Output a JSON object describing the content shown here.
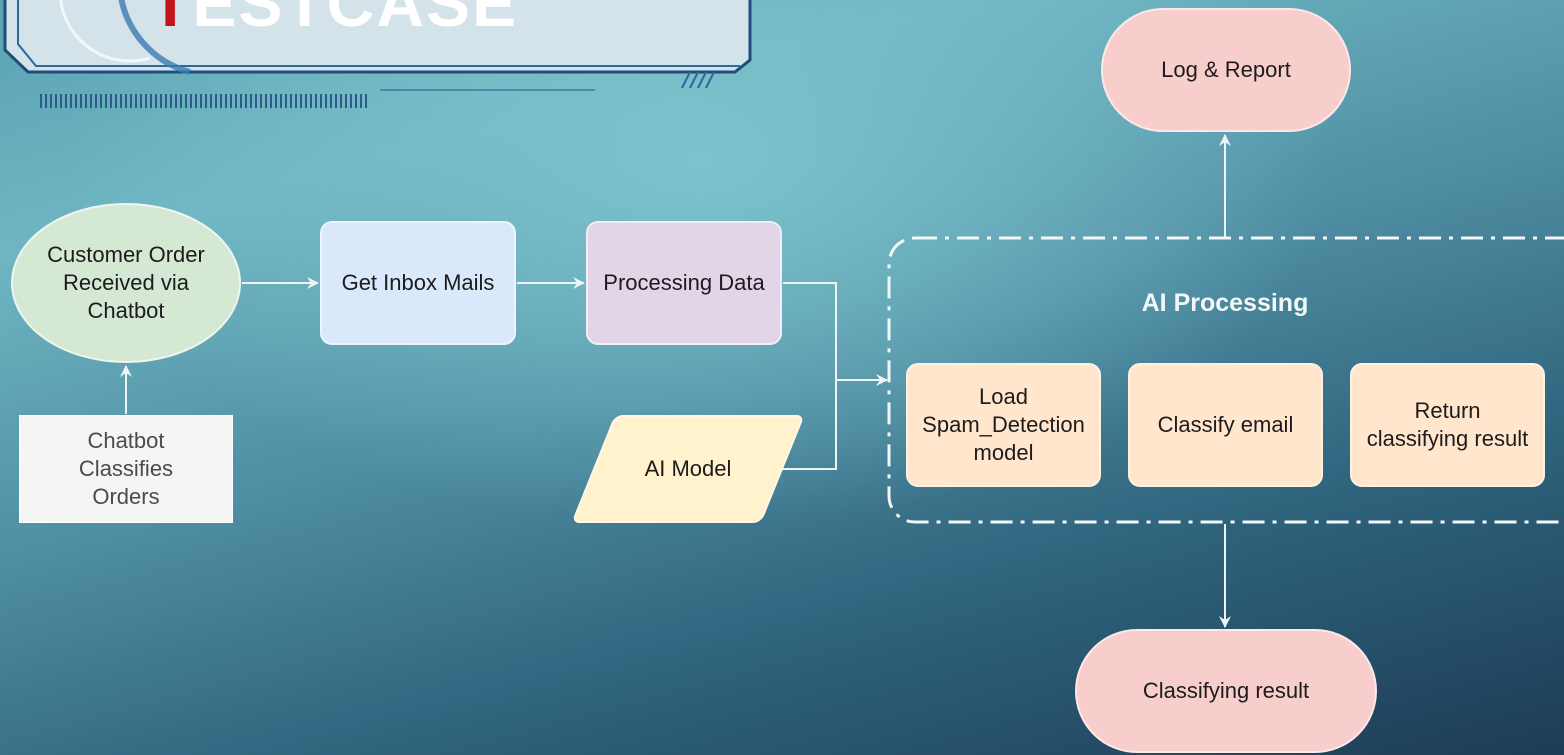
{
  "banner": {
    "first_letter": "T",
    "rest": "ESTCASE"
  },
  "nodes": {
    "customer_order": "Customer Order\nReceived via\nChatbot",
    "chatbot_classifies": "Chatbot\nClassifies\nOrders",
    "get_inbox": "Get Inbox Mails",
    "processing_data": "Processing Data",
    "ai_model": "AI Model",
    "log_report": "Log & Report",
    "classifying_result": "Classifying result"
  },
  "ai_group": {
    "title": "AI Processing",
    "steps": {
      "load": "Load\nSpam_Detection\nmodel",
      "classify": "Classify email",
      "return": "Return\nclassifying result"
    }
  },
  "colors": {
    "green": "#d5e8d4",
    "blue": "#dae8fc",
    "purple": "#e1d5e7",
    "yellow": "#fff2cc",
    "orange": "#ffe6cc",
    "pink": "#f8cecc",
    "note": "#f5f5f5",
    "connector": "#eef3f5",
    "banner_accent": "#c2141a"
  }
}
